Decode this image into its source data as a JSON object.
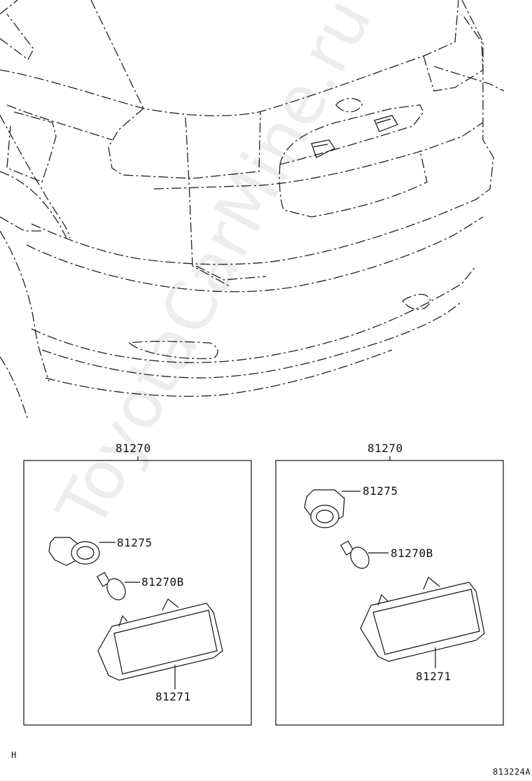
{
  "watermark": "ToyotaCarMine.ru",
  "left_panel": {
    "assembly": "81270",
    "socket": "81275",
    "bulb": "81270B",
    "lens": "81271"
  },
  "right_panel": {
    "assembly": "81270",
    "socket": "81275",
    "bulb": "81270B",
    "lens": "81271"
  },
  "footer": {
    "left_mark": "H",
    "figure_code": "813224A"
  }
}
